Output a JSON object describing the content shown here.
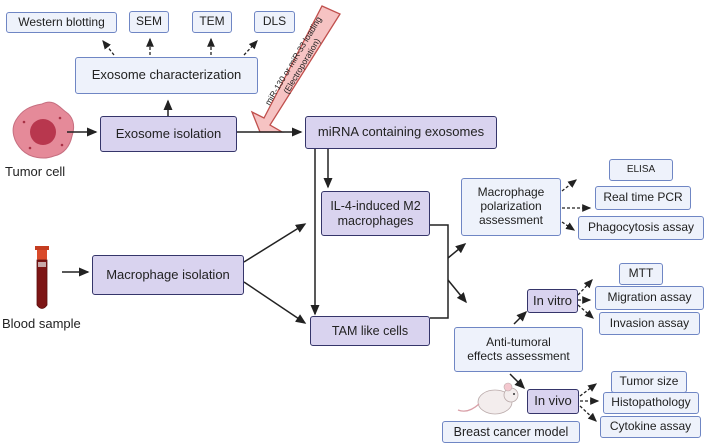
{
  "top_assays": {
    "western_blotting": "Western blotting",
    "sem": "SEM",
    "tem": "TEM",
    "dls": "DLS"
  },
  "exosome_characterization": "Exosome characterization",
  "exosome_isolation": "Exosome isolation",
  "tumor_cell": "Tumor cell",
  "loading_banner": {
    "line1": "miR-130 or miR-33 loading",
    "line2": "(Electroporation)"
  },
  "mirna_exosomes": "miRNA containing exosomes",
  "il4_macrophages": {
    "line1": "IL-4-induced M2",
    "line2": "macrophages"
  },
  "macrophage_isolation": "Macrophage isolation",
  "blood_sample": "Blood sample",
  "tam_like_cells": "TAM like cells",
  "polarization": {
    "line1": "Macrophage",
    "line2": "polarization",
    "line3": "assessment"
  },
  "elisa": "ELISA",
  "real_time_pcr": "Real time PCR",
  "phagocytosis_assay": "Phagocytosis  assay",
  "in_vitro": "In vitro",
  "mtt": "MTT",
  "migration_assay": "Migration assay",
  "invasion_assay": "Invasion assay",
  "anti_tumoral": {
    "line1": "Anti-tumoral",
    "line2": "effects assessment"
  },
  "in_vivo": "In vivo",
  "tumor_size": "Tumor size",
  "histopathology": "Histopathology",
  "cytokine_assay": "Cytokine assay",
  "breast_cancer_model": "Breast cancer model",
  "colors": {
    "blue_box_fill": "#eef2fb",
    "blue_box_border": "#6f86c4",
    "purple_box_fill": "#d9d3ef",
    "purple_box_border": "#35356a",
    "banner_fill": "#f6c3c3",
    "banner_border": "#c0504d",
    "tumor_cell": "#d9667a",
    "blood": "#8b1a1a"
  }
}
